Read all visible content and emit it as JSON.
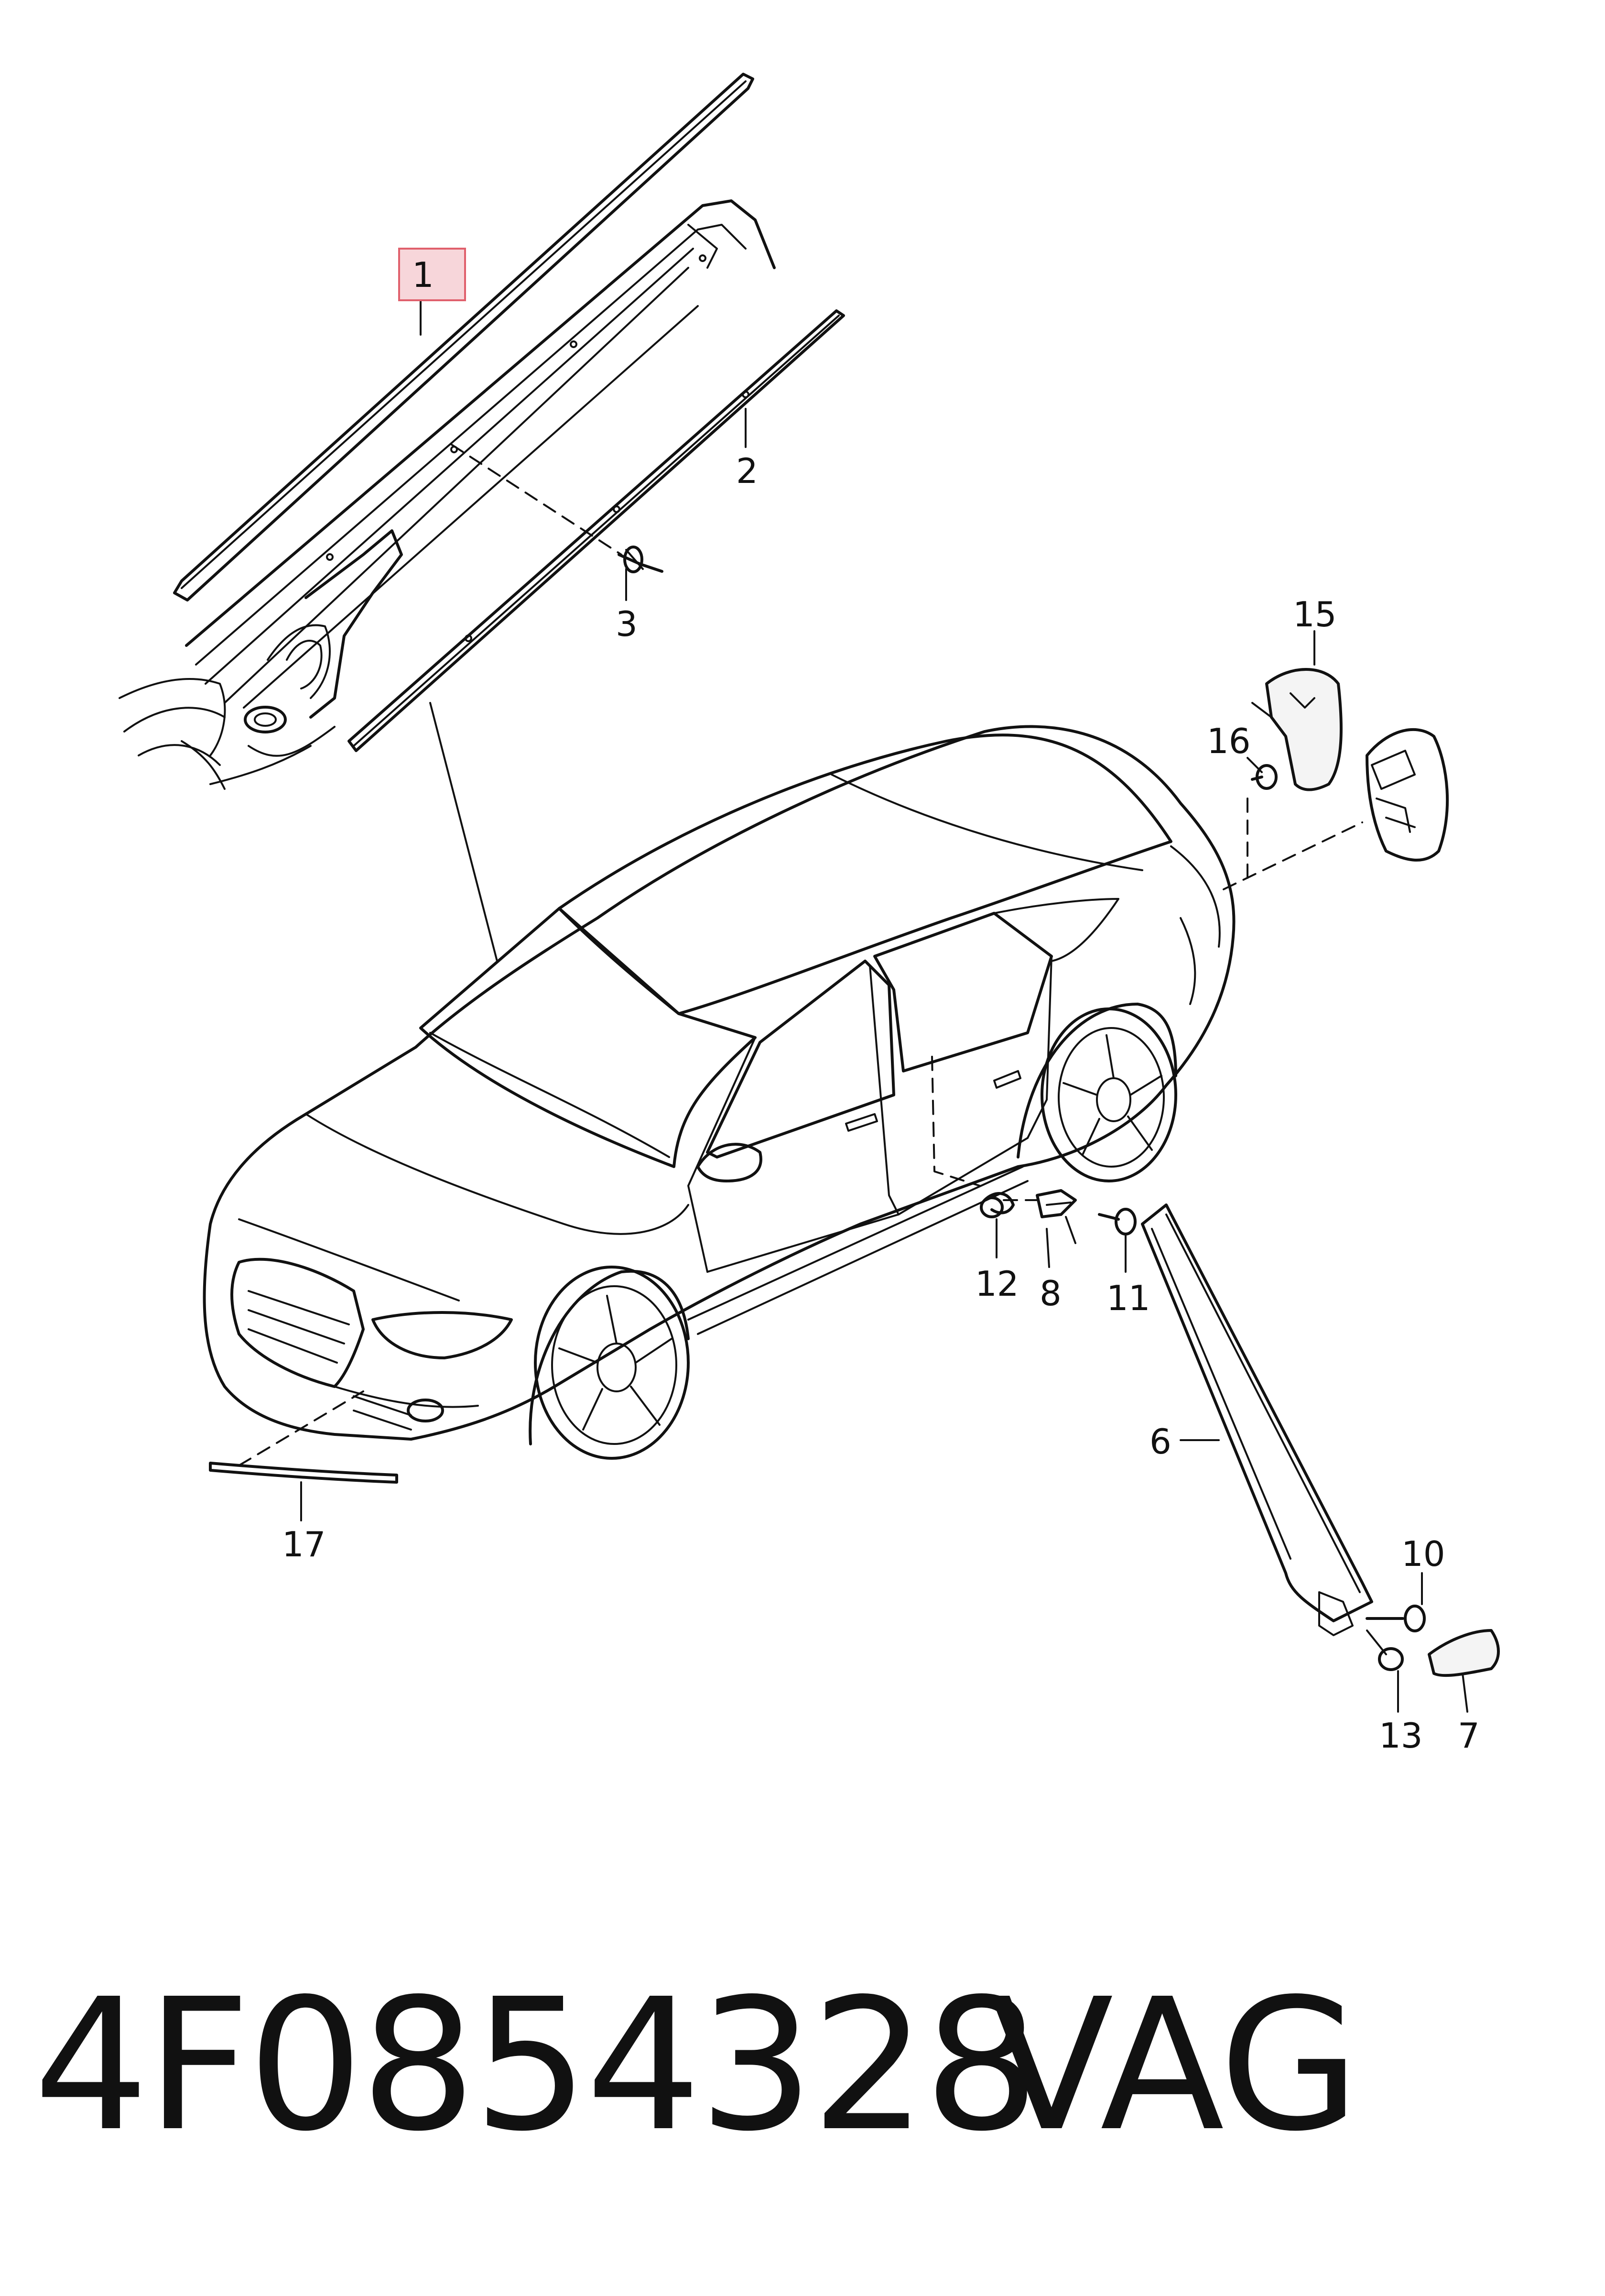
{
  "diagram": {
    "callouts": {
      "c1": "1",
      "c2": "2",
      "c3": "3",
      "c6": "6",
      "c7": "7",
      "c8": "8",
      "c10": "10",
      "c11": "11",
      "c12": "12",
      "c13": "13",
      "c15": "15",
      "c16": "16",
      "c17": "17"
    },
    "highlighted_callout": "1"
  },
  "footer": {
    "part_number": "4F0854328",
    "brand": "VAG"
  }
}
